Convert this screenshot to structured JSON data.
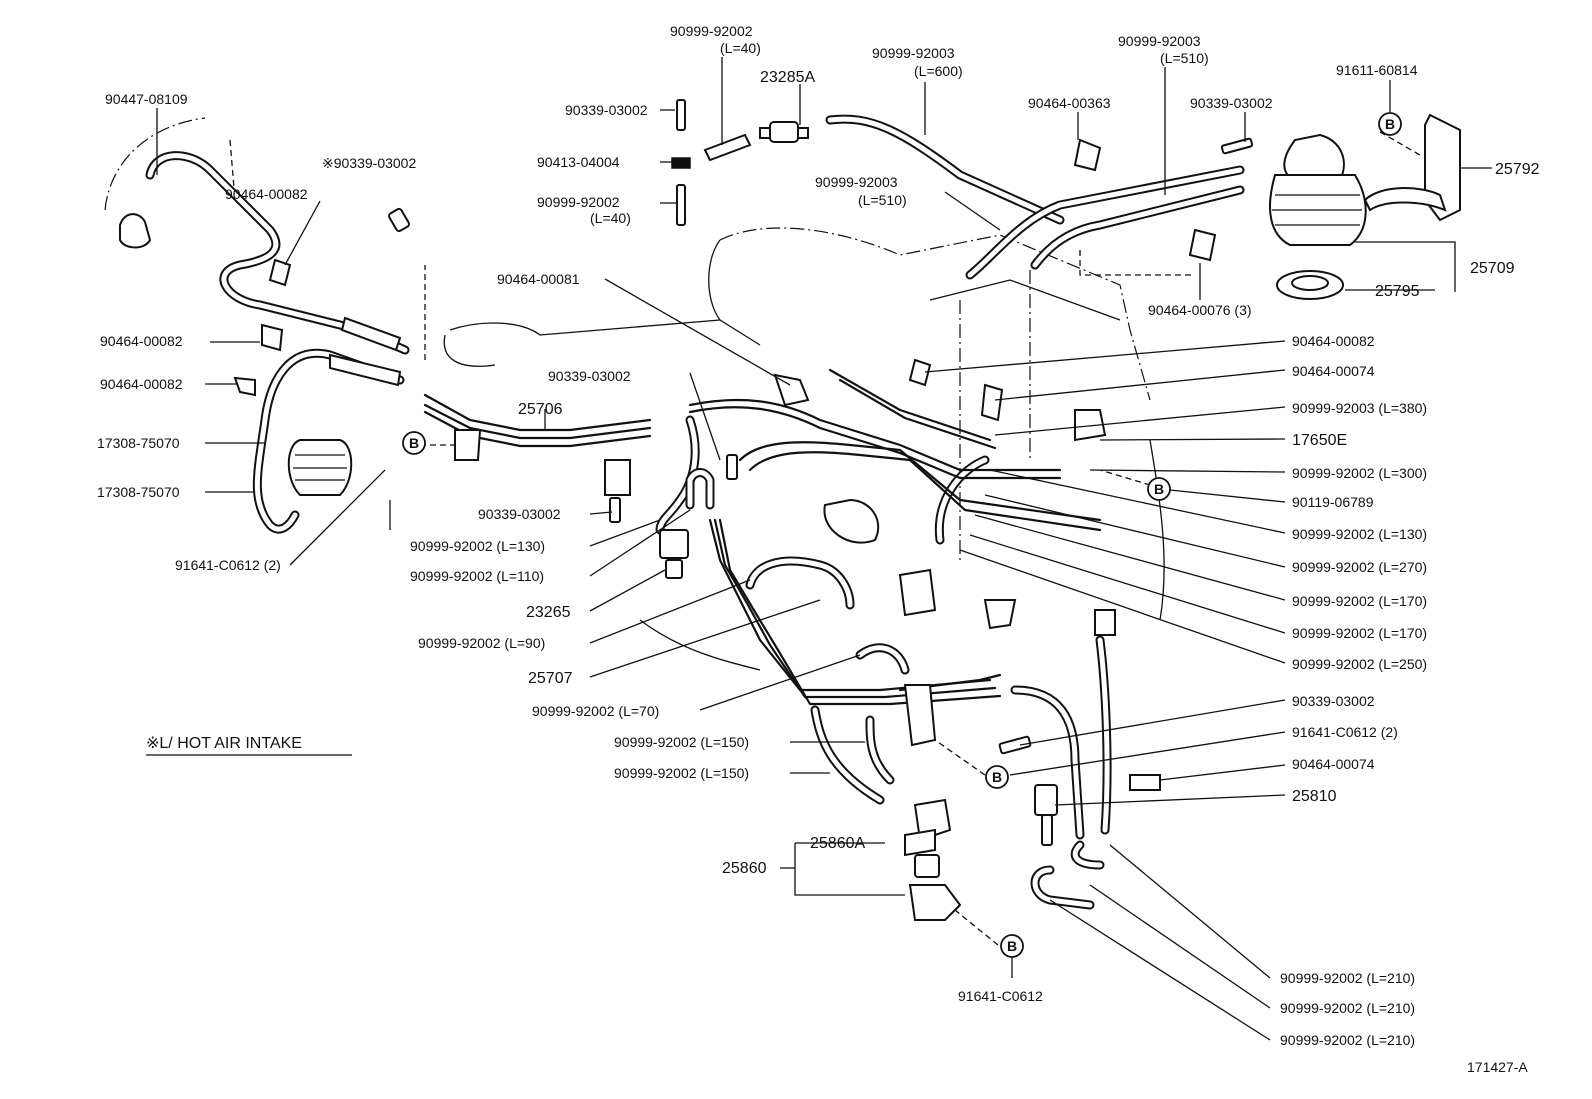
{
  "footer_id": "171427-A",
  "note": "※L/  HOT AIR INTAKE",
  "badge_letter": "B",
  "labels": [
    "90999-92002",
    "(L=40)",
    "90999-92003",
    "(L=600)",
    "90999-92003",
    "(L=510)",
    "91611-60814",
    "90447-08109",
    "23285A",
    "90339-03002",
    "90464-00363",
    "90339-03002",
    "25792",
    "90413-04004",
    "※90339-03002",
    "90999-92002",
    "(L=40)",
    "90464-00082",
    "90999-92003",
    "(L=510)",
    "25709",
    "90464-00081",
    "25795",
    "90464-00076 (3)",
    "90464-00082",
    "90464-00082",
    "90464-00074",
    "90464-00082",
    "90339-03002",
    "90999-92003 (L=380)",
    "25706",
    "17308-75070",
    "17650E",
    "90999-92002 (L=300)",
    "17308-75070",
    "90119-06789",
    "90339-03002",
    "90999-92002 (L=130)",
    "90999-92002 (L=130)",
    "90999-92002 (L=270)",
    "91641-C0612 (2)",
    "90999-92002 (L=110)",
    "90999-92002 (L=170)",
    "23265",
    "90999-92002  (L=170)",
    "90999-92002 (L=90)",
    "90999-92002   (L=250)",
    "25707",
    "90339-03002",
    "90999-92002 (L=70)",
    "91641-C0612 (2)",
    "90999-92002 (L=150)",
    "90464-00074",
    "90999-92002 (L=150)",
    "25810",
    "25860A",
    "25860",
    "91641-C0612",
    "90999-92002 (L=210)",
    "90999-92002 (L=210)",
    "90999-92002 (L=210)"
  ]
}
